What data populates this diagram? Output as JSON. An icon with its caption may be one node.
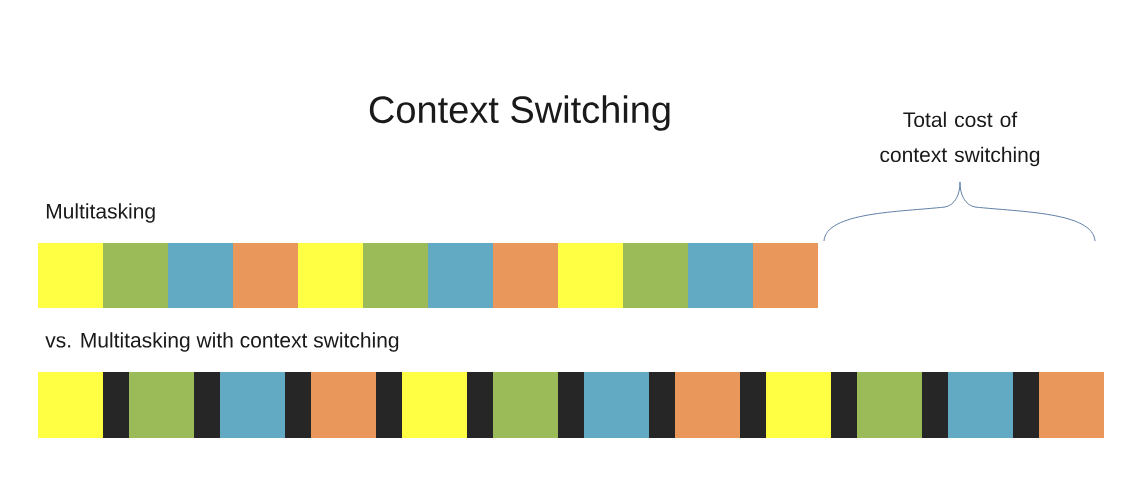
{
  "diagram": {
    "title": "Context Switching",
    "labels": [
      "Total cost of context switching",
      "Multitasking",
      "vs. Multitasking with context switching"
    ]
  }
}
